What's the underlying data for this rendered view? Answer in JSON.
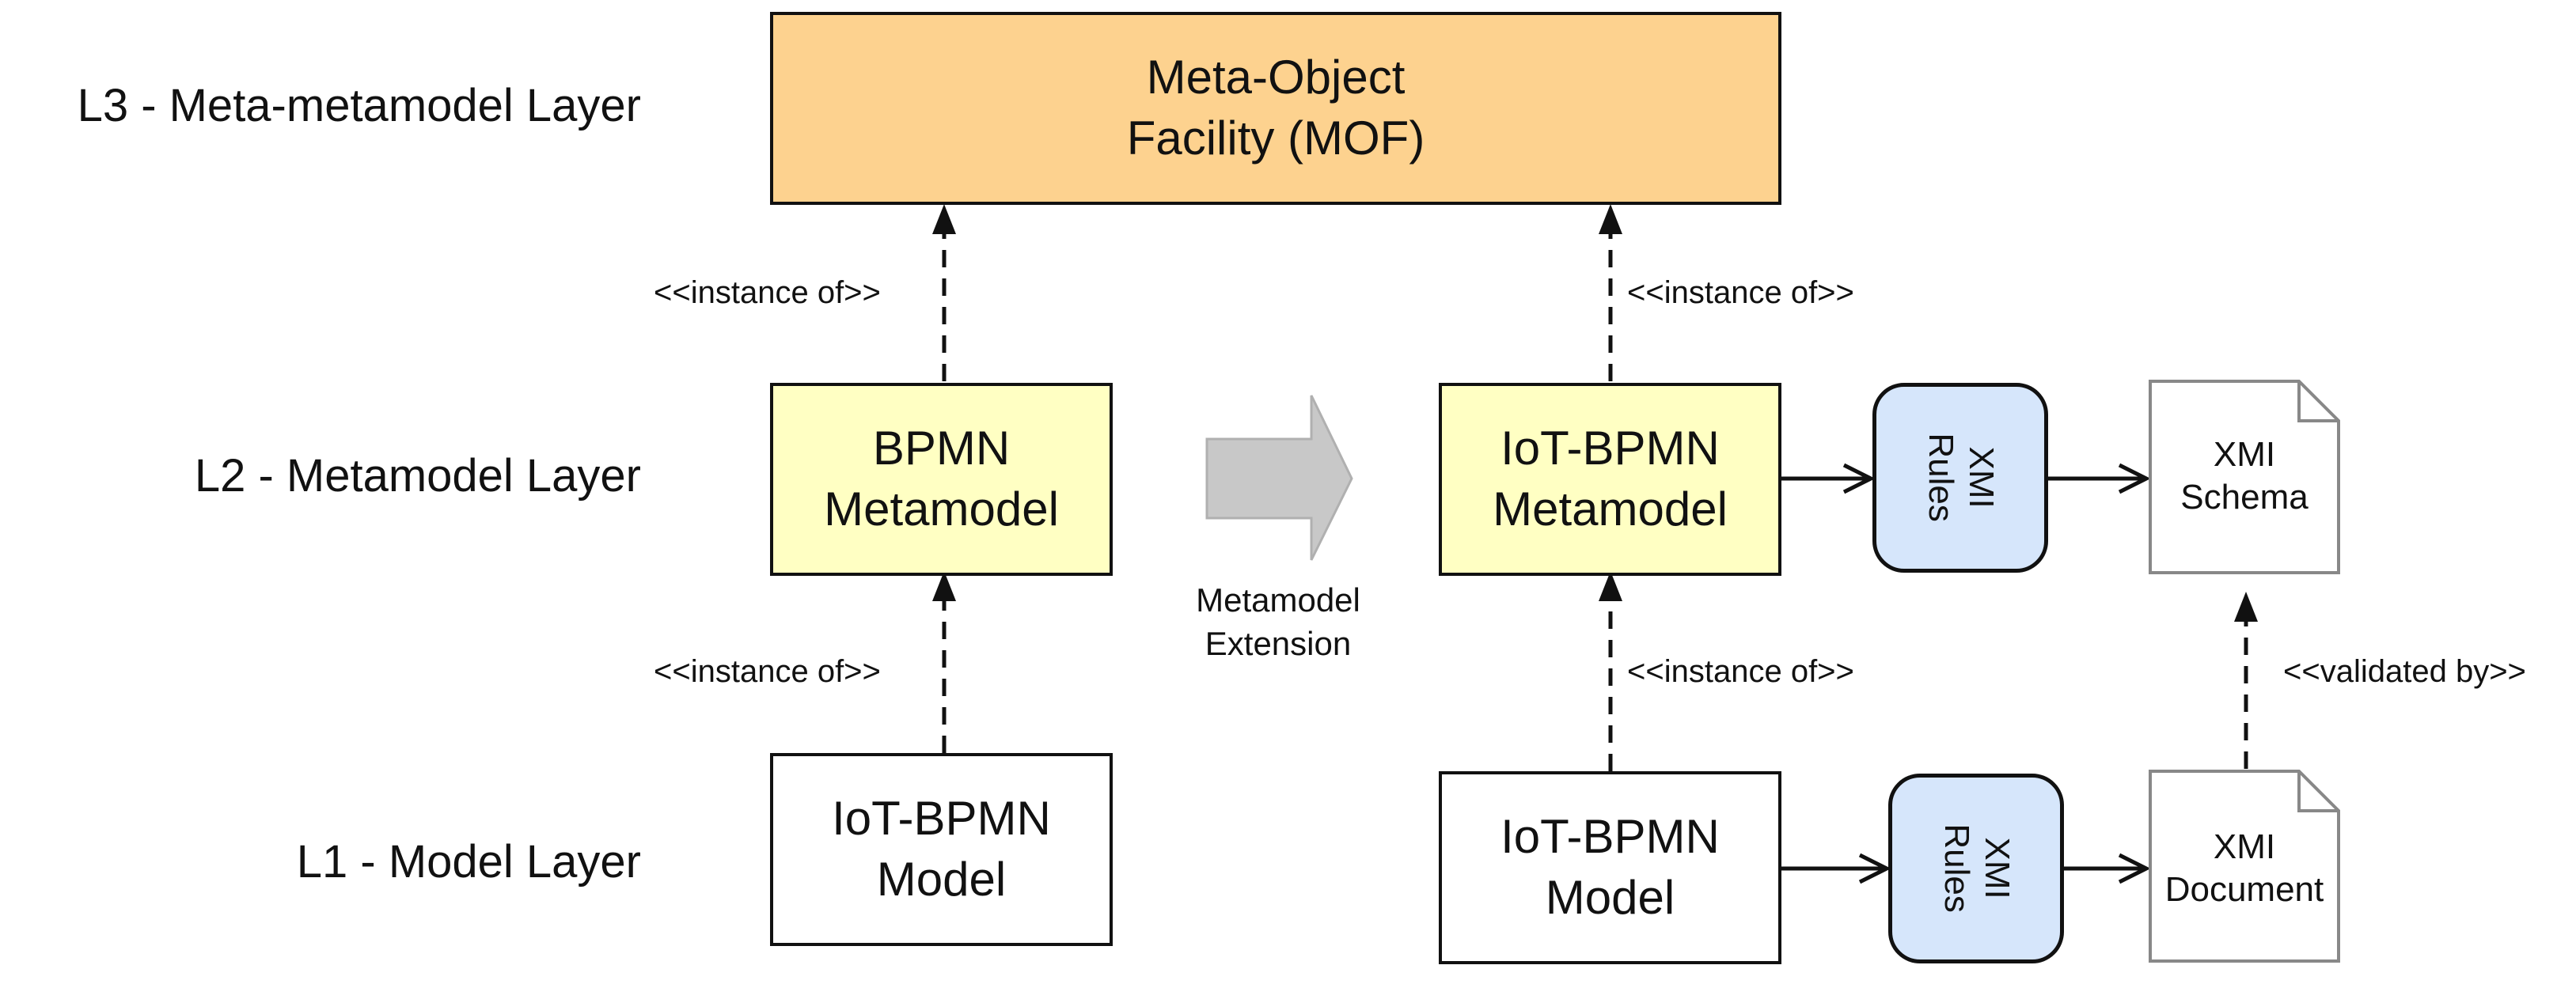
{
  "layers": {
    "l3": "L3 - Meta-metamodel Layer",
    "l2": "L2 - Metamodel Layer",
    "l1": "L1 - Model Layer"
  },
  "mof": {
    "line1": "Meta-Object",
    "line2": "Facility (MOF)"
  },
  "bpmn_metamodel": {
    "line1": "BPMN",
    "line2": "Metamodel"
  },
  "iot_bpmn_model_left": {
    "line1": "IoT-BPMN",
    "line2": "Model"
  },
  "iot_bpmn_metamodel": {
    "line1": "IoT-BPMN",
    "line2": "Metamodel"
  },
  "iot_bpmn_model_right": {
    "line1": "IoT-BPMN",
    "line2": "Model"
  },
  "xmi_rules_top": {
    "line1": "XMI",
    "line2": "Rules"
  },
  "xmi_rules_bottom": {
    "line1": "XMI",
    "line2": "Rules"
  },
  "xmi_schema": {
    "line1": "XMI",
    "line2": "Schema"
  },
  "xmi_document": {
    "line1": "XMI",
    "line2": "Document"
  },
  "relations": {
    "instance_of": "<<instance of>>",
    "validated_by": "<<validated by>>"
  },
  "extension": {
    "line1": "Metamodel",
    "line2": "Extension"
  },
  "colors": {
    "mof_fill": "#fdd28f",
    "metamodel_fill": "#ffffc3",
    "rules_fill": "#d6e6fb",
    "extension_arrow_fill": "#c8c8c8"
  }
}
